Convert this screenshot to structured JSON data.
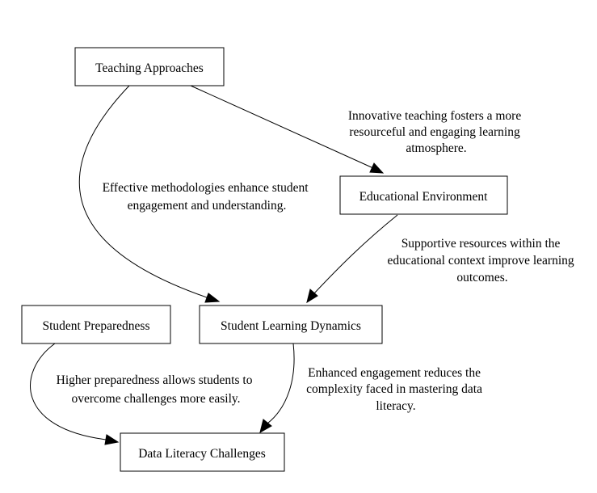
{
  "nodes": {
    "teaching": "Teaching Approaches",
    "environment": "Educational Environment",
    "preparedness": "Student Preparedness",
    "dynamics": "Student Learning Dynamics",
    "challenges": "Data Literacy Challenges"
  },
  "edges": {
    "teaching_to_environment": {
      "from": "Teaching Approaches",
      "to": "Educational Environment",
      "label": [
        "Innovative teaching fosters a more",
        "resourceful and engaging learning",
        "atmosphere."
      ]
    },
    "teaching_to_dynamics": {
      "from": "Teaching Approaches",
      "to": "Student Learning Dynamics",
      "label": [
        "Effective methodologies enhance student",
        "engagement and understanding."
      ]
    },
    "environment_to_dynamics": {
      "from": "Educational Environment",
      "to": "Student Learning Dynamics",
      "label": [
        "Supportive resources within the",
        "educational context improve learning",
        "outcomes."
      ]
    },
    "preparedness_to_challenges": {
      "from": "Student Preparedness",
      "to": "Data Literacy Challenges",
      "label": [
        "Higher preparedness allows students to",
        "overcome challenges more easily."
      ]
    },
    "dynamics_to_challenges": {
      "from": "Student Learning Dynamics",
      "to": "Data Literacy Challenges",
      "label": [
        "Enhanced engagement reduces the",
        "complexity faced in mastering data",
        "literacy."
      ]
    }
  }
}
